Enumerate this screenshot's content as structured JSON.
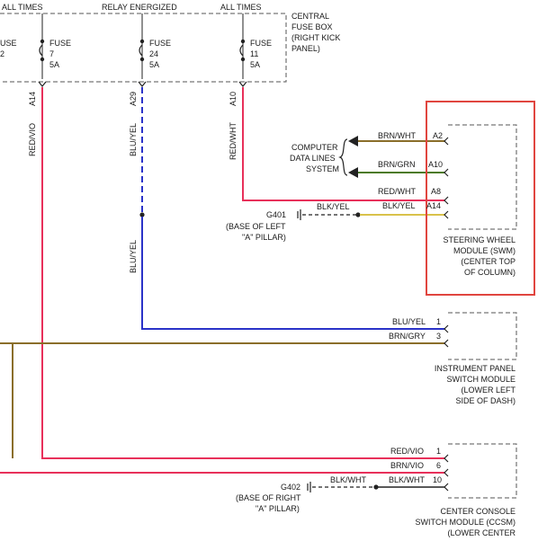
{
  "colors": {
    "red": "#e8305a",
    "blue": "#2b33c8",
    "olive": "#8a6e2a",
    "green": "#4b7a1e",
    "yellow": "#d9c24a",
    "black": "#222222",
    "highlight": "#e0453f"
  },
  "top": {
    "hot_left": "ALL TIMES",
    "hot_mid": "RELAY ENERGIZED",
    "hot_right": "ALL TIMES"
  },
  "fuses": {
    "partial": {
      "label": "USE"
    },
    "f7": {
      "label": "FUSE",
      "number": "7",
      "rating": "5A"
    },
    "f24": {
      "label": "FUSE",
      "number": "24",
      "rating": "5A"
    },
    "f11": {
      "label": "FUSE",
      "number": "11",
      "rating": "5A"
    },
    "partial_num": "2"
  },
  "fusebox": [
    "CENTRAL",
    "FUSE BOX",
    "(RIGHT KICK",
    "PANEL)"
  ],
  "terminals": {
    "a14": "A14",
    "a29": "A29",
    "a10": "A10"
  },
  "wire_labels": {
    "red_vio": "RED/VIO",
    "blu_yel_upper": "BLU/YEL",
    "blu_yel_lower": "BLU/YEL",
    "red_wht": "RED/WHT"
  },
  "swm": {
    "title": [
      "STEERING WHEEL",
      "MODULE (SWM)",
      "(CENTER TOP",
      "OF COLUMN)"
    ],
    "pins": [
      {
        "wire": "BRN/WHT",
        "pin": "A2"
      },
      {
        "wire": "BRN/GRN",
        "pin": "A10"
      },
      {
        "wire": "RED/WHT",
        "pin": "A8"
      },
      {
        "wire": "BLK/YEL",
        "pin": "A14"
      }
    ]
  },
  "computer": [
    "COMPUTER",
    "DATA LINES",
    "SYSTEM"
  ],
  "g401": {
    "id": "G401",
    "wire": "BLK/YEL",
    "desc": [
      "(BASE OF LEFT",
      "\"A\" PILLAR)"
    ]
  },
  "ipsm": {
    "title": [
      "INSTRUMENT PANEL",
      "SWITCH MODULE",
      "(LOWER LEFT",
      "SIDE OF DASH)"
    ],
    "pins": [
      {
        "wire": "BLU/YEL",
        "pin": "1"
      },
      {
        "wire": "BRN/GRY",
        "pin": "3"
      }
    ]
  },
  "ccsm": {
    "title": [
      "CENTER CONSOLE",
      "SWITCH MODULE (CCSM)",
      "(LOWER CENTER"
    ],
    "pins": [
      {
        "wire": "RED/VIO",
        "pin": "1"
      },
      {
        "wire": "BRN/VIO",
        "pin": "6"
      },
      {
        "wire": "BLK/WHT",
        "pin": "10"
      }
    ]
  },
  "g402": {
    "id": "G402",
    "wire": "BLK/WHT",
    "desc": [
      "(BASE OF RIGHT",
      "\"A\" PILLAR)"
    ]
  }
}
